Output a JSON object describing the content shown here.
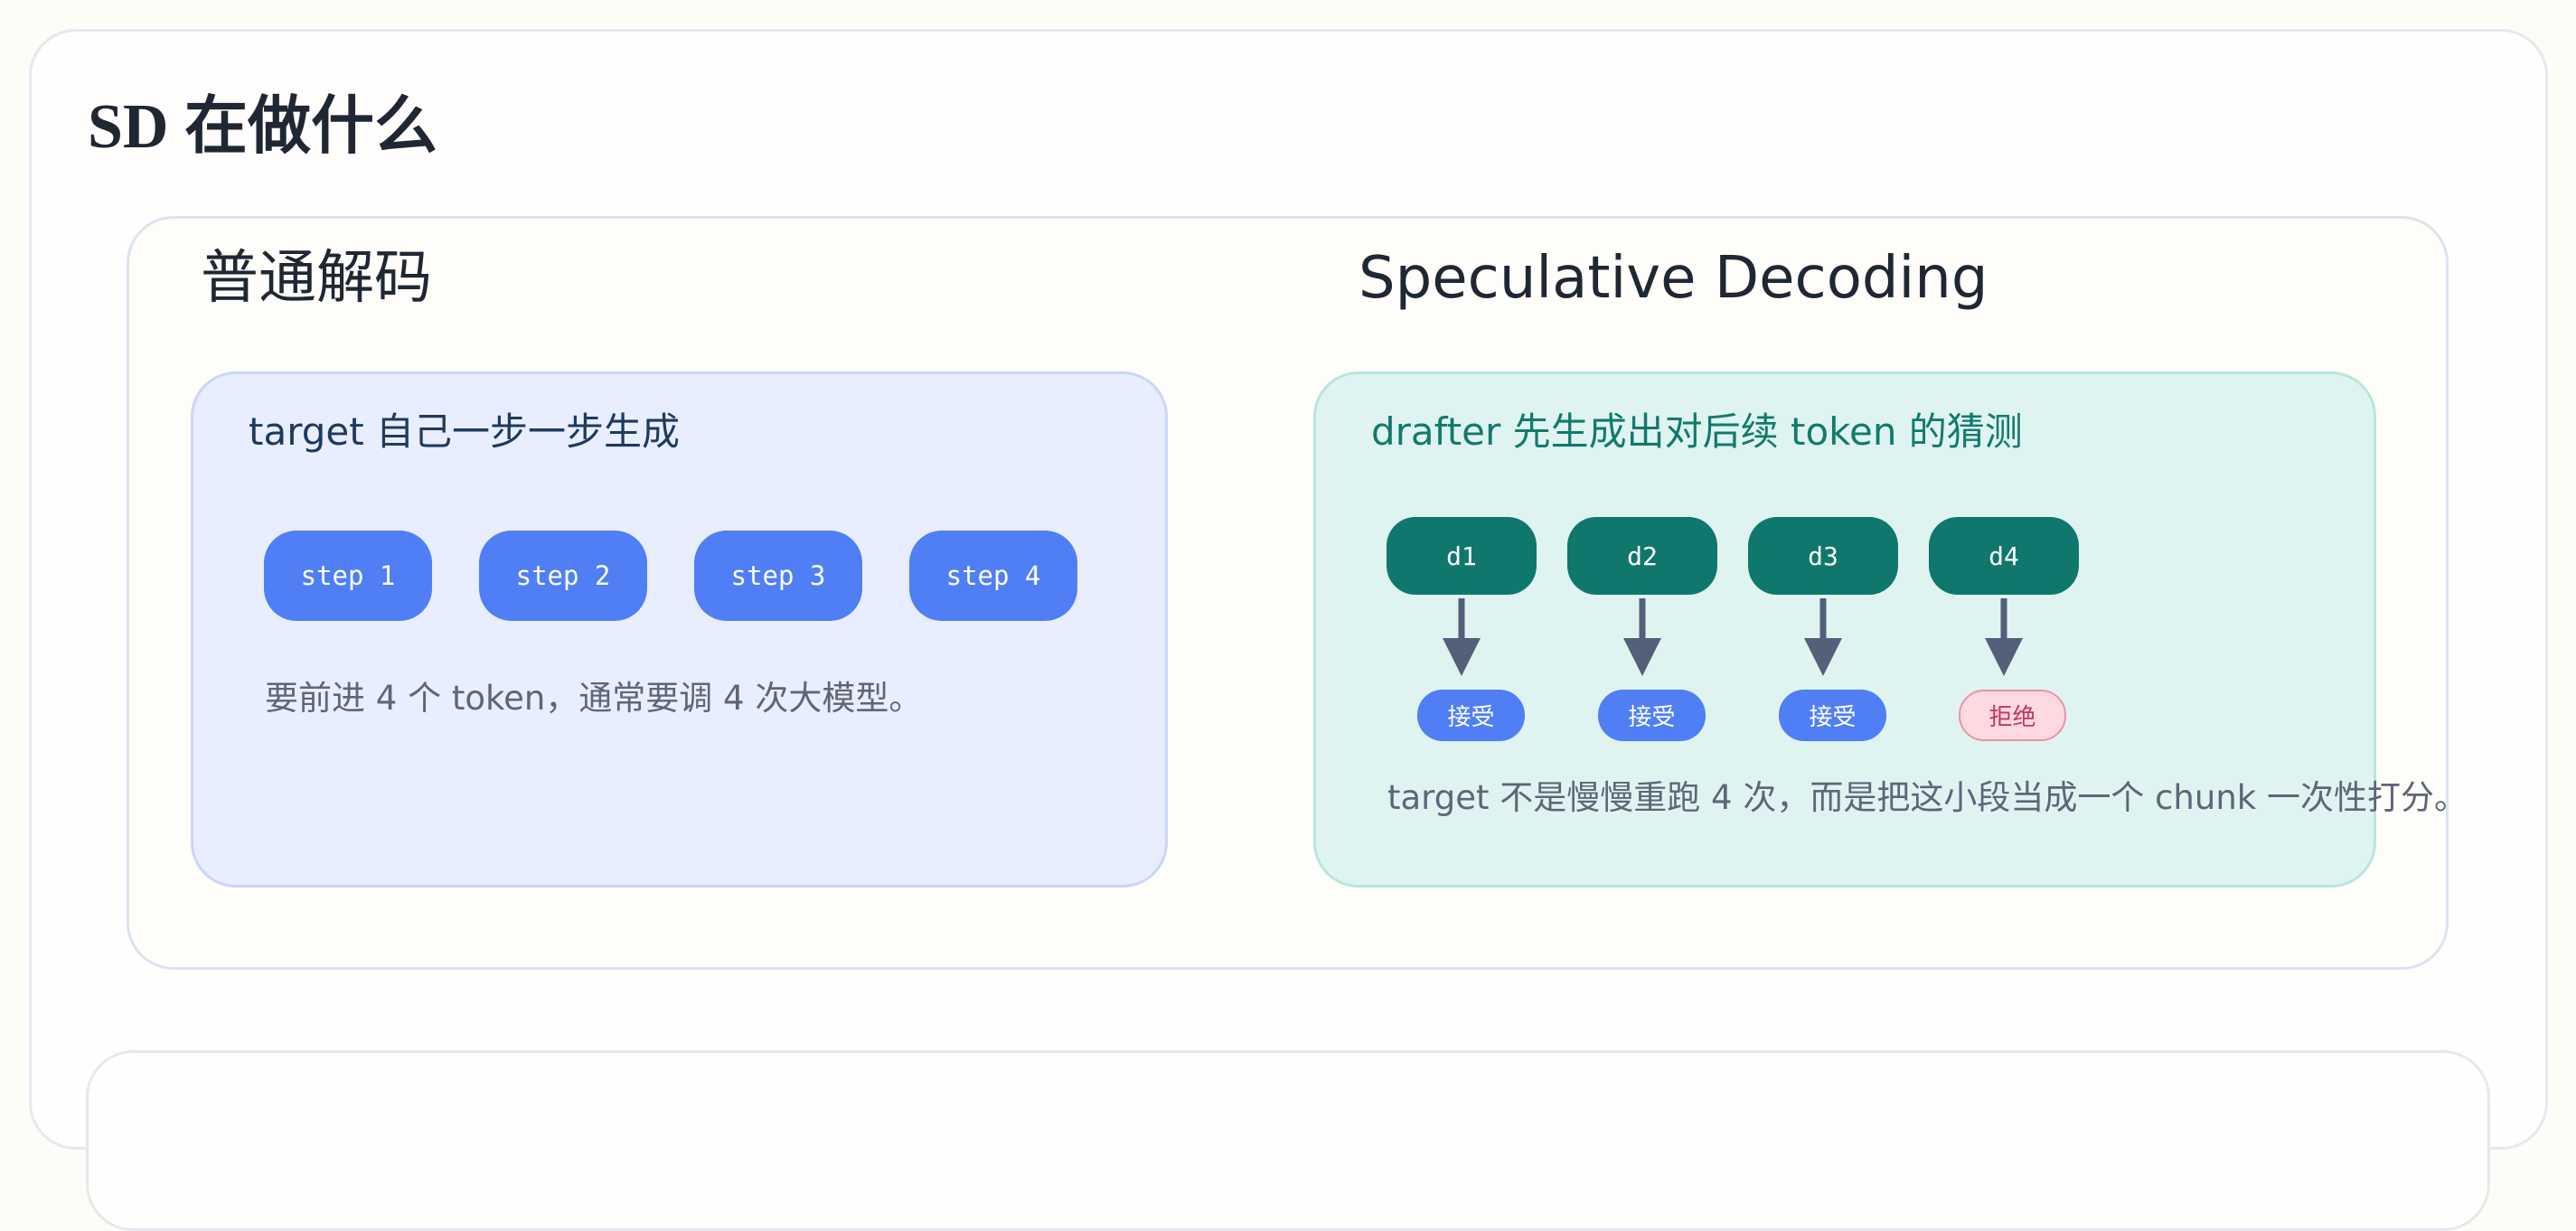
{
  "page": {
    "title": "SD 在做什么"
  },
  "colors": {
    "page_bg": "#fefcf6",
    "step_blue": "#507ef5",
    "draft_teal": "#10776c",
    "arrow_slate": "#536078",
    "reject_pink": "#fdd9e1",
    "reject_text": "#c0365f"
  },
  "normal_decoding": {
    "title": "普通解码",
    "heading": "target 自己一步一步生成",
    "steps": [
      "step 1",
      "step 2",
      "step 3",
      "step 4"
    ],
    "caption": "要前进 4 个 token，通常要调 4 次大模型。"
  },
  "speculative_decoding": {
    "title": "Speculative Decoding",
    "heading": "drafter 先生成出对后续 token 的猜测",
    "drafts": [
      {
        "label": "d1",
        "verdict": "接受",
        "status": "accepted"
      },
      {
        "label": "d2",
        "verdict": "接受",
        "status": "accepted"
      },
      {
        "label": "d3",
        "verdict": "接受",
        "status": "accepted"
      },
      {
        "label": "d4",
        "verdict": "拒绝",
        "status": "rejected"
      }
    ],
    "caption": "target 不是慢慢重跑 4 次，而是把这小段当成一个 chunk 一次性打分。"
  }
}
